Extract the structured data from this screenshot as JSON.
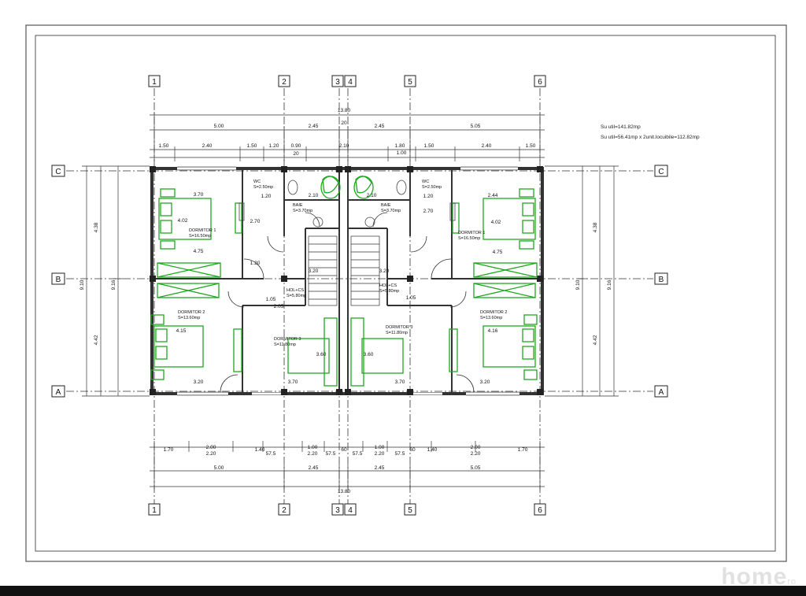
{
  "colors": {
    "line": "#222222",
    "wall": "#333333",
    "furniture": "#1fa81f",
    "watermark": "#c8c8c8"
  },
  "notes": {
    "line1": "Su util=141.82mp",
    "line2": "Su util=56.41mp x 2unit.locuibile=112.82mp"
  },
  "grid": {
    "columns": [
      "1",
      "2",
      "3",
      "4",
      "5",
      "6"
    ],
    "rows": [
      "C",
      "B",
      "A"
    ]
  },
  "dims": {
    "total_top": "13.80",
    "total_bottom": "13.80",
    "top_chain": [
      "5.00",
      "2.45",
      "2.45",
      "5.05"
    ],
    "top_detail": [
      "1.50",
      "2.40",
      "1.50",
      "1.20",
      "0.90",
      "2.10",
      "1.80",
      "1.00",
      "1.50",
      "2.40",
      "1.50"
    ],
    "top_small": [
      "20",
      "20"
    ],
    "bottom_detail": [
      "1.70",
      "2.00",
      "1.40",
      "1.00",
      "1.00",
      "1.40",
      "2.00",
      "1.70"
    ],
    "bottom_detail_sub": [
      "2.20",
      "2.20",
      "2.20",
      "2.20",
      "2.20"
    ],
    "bottom_small": [
      "57.5",
      "57.5",
      "57.5",
      "57.5",
      "60",
      "60"
    ],
    "bottom_chain": [
      "5.00",
      "2.45",
      "2.45",
      "5.05"
    ],
    "left_upper": "4.38",
    "left_lower": "4.42",
    "left_total_a": "9.10",
    "left_total_b": "9.16",
    "right_upper": "4.38",
    "right_lower": "4.42",
    "right_total_a": "9.10",
    "right_total_b": "9.16"
  },
  "rooms": {
    "bed1_left": {
      "name": "DORMITOR 1",
      "area": "S=16.50mp",
      "w": "3.70",
      "h": "4.02",
      "d": "4.75"
    },
    "bed2_left": {
      "name": "DORMITOR 2",
      "area": "S=13.60mp",
      "w": "3.20",
      "h": "4.15"
    },
    "bed3_left": {
      "name": "DORMITOR 3",
      "area": "S=11.80mp",
      "w": "3.70",
      "h": "3.60"
    },
    "bath_left": {
      "name": "BAIE",
      "area": "S=3.70mp",
      "w": "2.10"
    },
    "wc_left": {
      "name": "WC",
      "area": "S=2.50mp",
      "w": "1.20",
      "h": "2.70"
    },
    "hall_left": {
      "name": "HOL+CS",
      "area": "S=5.80mp",
      "w1": "1.05",
      "w2": "2.05",
      "w3": "3.20",
      "w4": "1.20"
    },
    "bed1_right": {
      "name": "DORMITOR 1",
      "area": "S=16.50mp",
      "w": "2.44",
      "h": "4.02",
      "d": "4.75"
    },
    "bed2_right": {
      "name": "DORMITOR 2",
      "area": "S=13.60mp",
      "w": "3.20",
      "h": "4.16"
    },
    "bed3_right": {
      "name": "DORMITOR 3",
      "area": "S=11.80mp",
      "w": "3.70",
      "h": "3.60"
    },
    "bath_right": {
      "name": "BAIE",
      "area": "S=3.70mp",
      "w": "2.10"
    },
    "wc_right": {
      "name": "WC",
      "area": "S=2.50mp",
      "w": "1.20",
      "h": "2.70"
    },
    "hall_right": {
      "name": "HOL+CS",
      "area": "S=5.80mp",
      "w1": "1.05",
      "w2": "3.20"
    }
  },
  "watermark": {
    "main": "home",
    "sub": "ro"
  }
}
